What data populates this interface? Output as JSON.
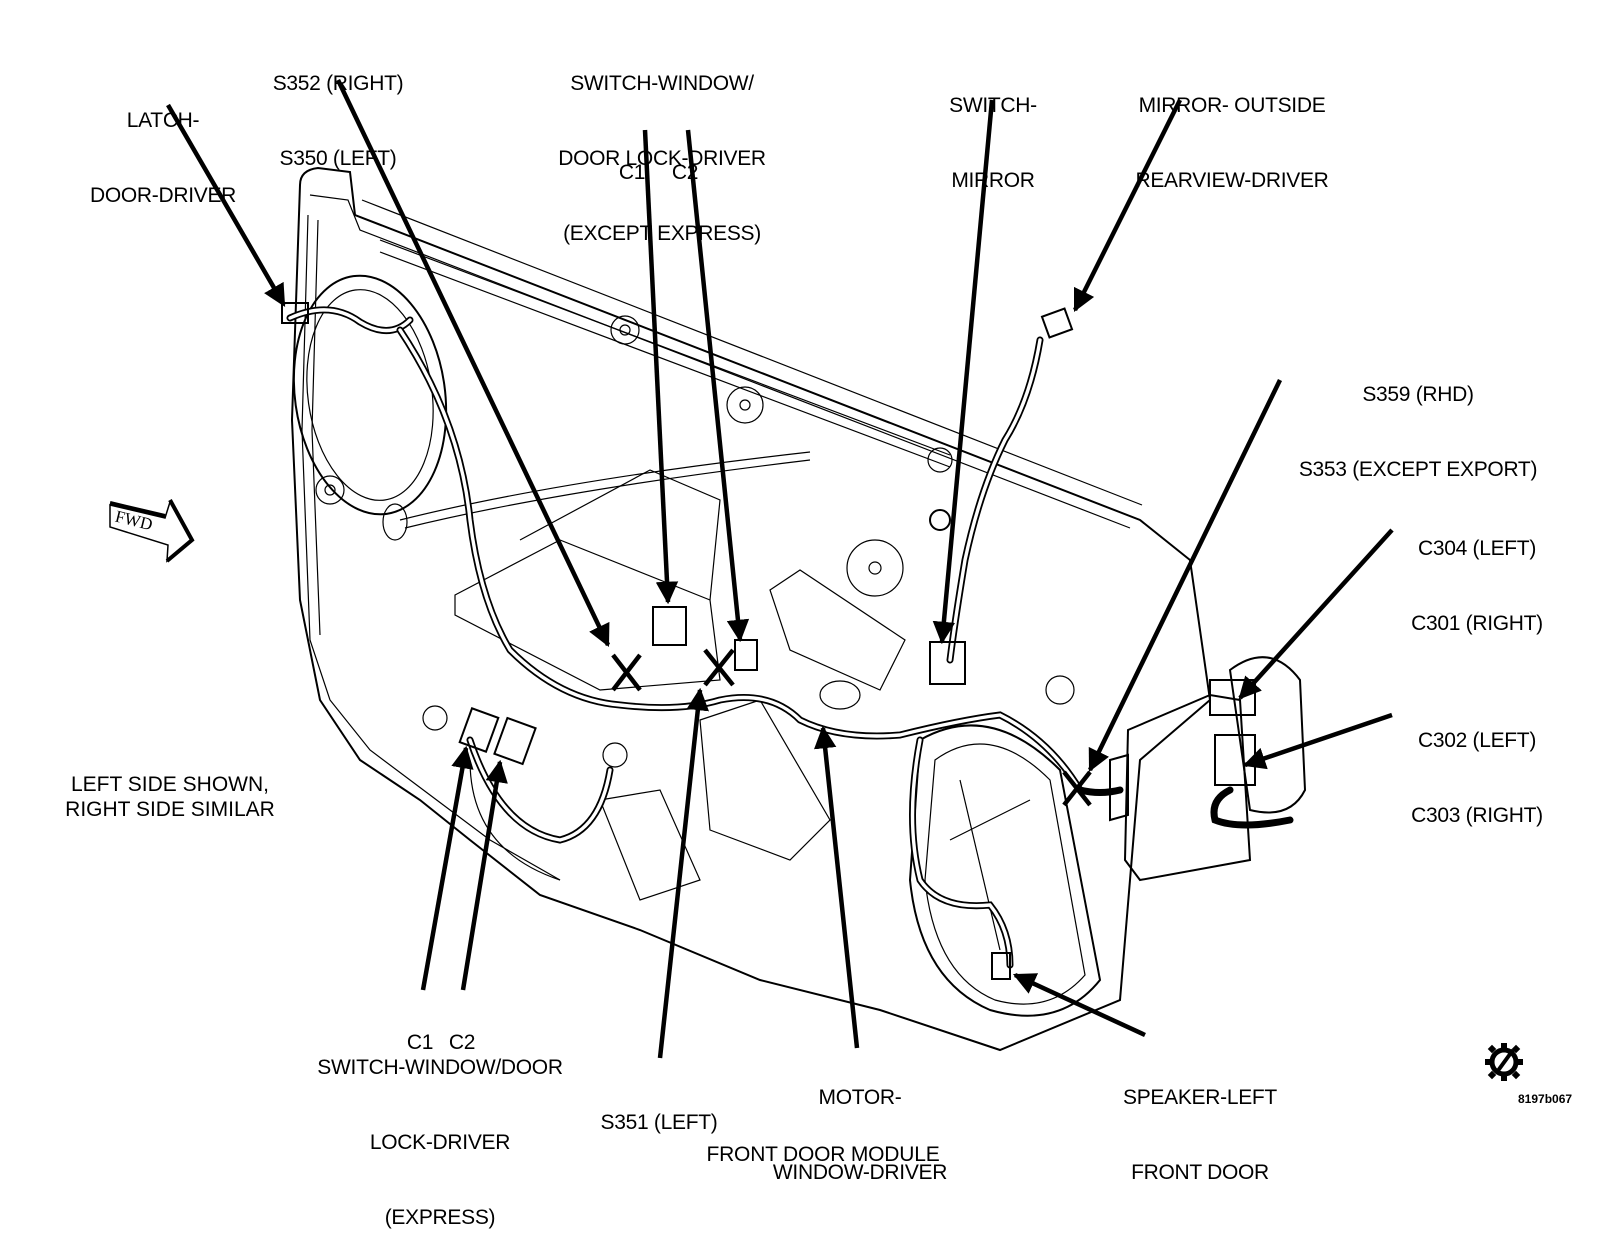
{
  "diagram": {
    "title": "FRONT DOOR MODULE",
    "figure_id": "8197b067",
    "note": [
      "LEFT SIDE SHOWN,",
      "RIGHT SIDE SIMILAR"
    ],
    "direction_indicator": "FWD",
    "emblem_icon": "service-gear-icon",
    "callouts": [
      {
        "id": "latch",
        "lines": [
          "LATCH-",
          "DOOR-DRIVER"
        ]
      },
      {
        "id": "s352",
        "lines": [
          "S352 (RIGHT)",
          "S350 (LEFT)"
        ]
      },
      {
        "id": "switch-except-express",
        "lines": [
          "SWITCH-WINDOW/",
          "DOOR LOCK-DRIVER",
          "(EXCEPT EXPRESS)"
        ],
        "sub_labels": [
          "C1",
          "C2"
        ]
      },
      {
        "id": "switch-mirror",
        "lines": [
          "SWITCH-",
          "MIRROR"
        ]
      },
      {
        "id": "mirror-outside",
        "lines": [
          "MIRROR- OUTSIDE",
          "REARVIEW-DRIVER"
        ]
      },
      {
        "id": "s359",
        "lines": [
          "S359 (RHD)",
          "S353 (EXCEPT EXPORT)"
        ]
      },
      {
        "id": "c304",
        "lines": [
          "C304 (LEFT)",
          "C301 (RIGHT)"
        ]
      },
      {
        "id": "c302",
        "lines": [
          "C302 (LEFT)",
          "C303 (RIGHT)"
        ]
      },
      {
        "id": "switch-express",
        "lines": [
          "SWITCH-WINDOW/DOOR",
          "LOCK-DRIVER",
          "(EXPRESS)"
        ],
        "sub_labels": [
          "C1",
          "C2"
        ]
      },
      {
        "id": "s351",
        "lines": [
          "S351 (LEFT)"
        ]
      },
      {
        "id": "motor",
        "lines": [
          "MOTOR-",
          "WINDOW-DRIVER"
        ]
      },
      {
        "id": "speaker",
        "lines": [
          "SPEAKER-LEFT",
          "FRONT DOOR"
        ]
      }
    ]
  }
}
